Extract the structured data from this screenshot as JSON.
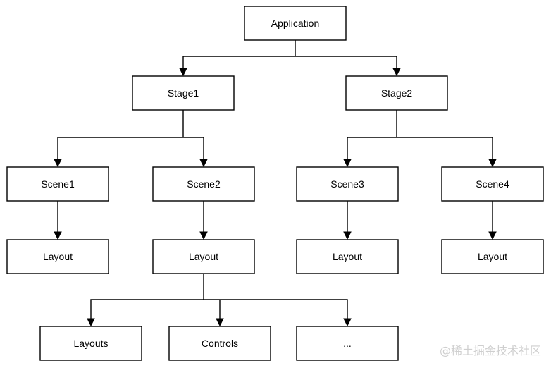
{
  "nodes": {
    "application": "Application",
    "stage1": "Stage1",
    "stage2": "Stage2",
    "scene1": "Scene1",
    "scene2": "Scene2",
    "scene3": "Scene3",
    "scene4": "Scene4",
    "layout1": "Layout",
    "layout2": "Layout",
    "layout3": "Layout",
    "layout4": "Layout",
    "layouts": "Layouts",
    "controls": "Controls",
    "more": "..."
  },
  "watermark": "@稀土掘金技术社区"
}
